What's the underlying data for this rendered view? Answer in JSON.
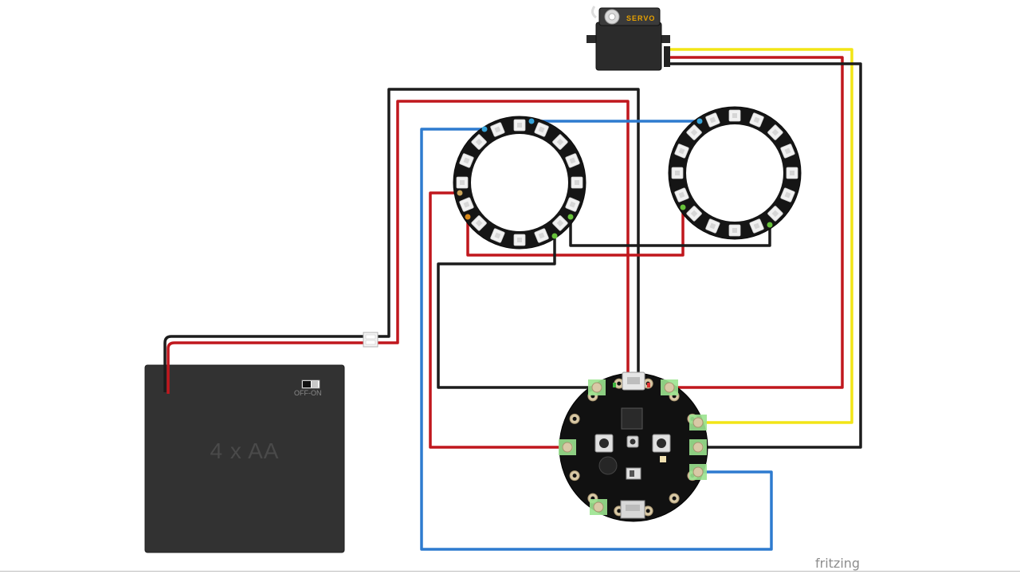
{
  "battery": {
    "label": "4 x AA",
    "switch_label": "OFF-ON"
  },
  "servo": {
    "label": "SERVO"
  },
  "brand": {
    "label": "fritzing"
  },
  "colors": {
    "wire_red": "#c0171d",
    "wire_black": "#1c1c1c",
    "wire_blue": "#2e7bcf",
    "wire_yellow": "#f2e516",
    "board": "#111111",
    "pad": "#d9c9a6",
    "pad_highlight": "#9be38f",
    "battery_body": "#323232"
  }
}
